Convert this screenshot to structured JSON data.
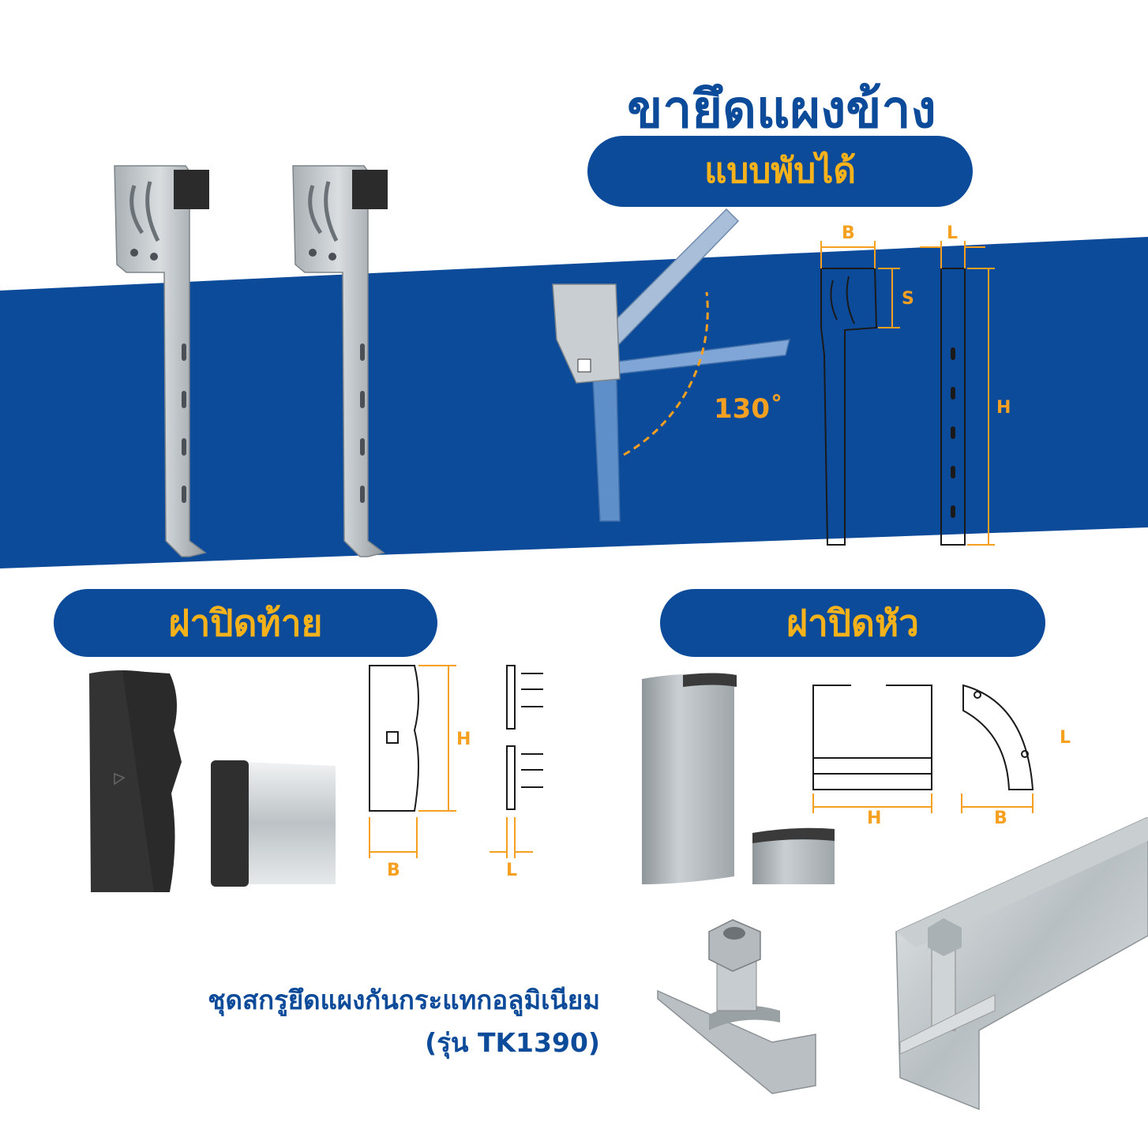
{
  "title": "ขายึดแผงข้าง",
  "sections": {
    "folding_label": "แบบพับได้",
    "end_cap_label": "ฝาปิดท้าย",
    "head_cap_label": "ฝาปิดหัว"
  },
  "angle_label": "130˚",
  "dimensions": {
    "bracket": {
      "b": "B",
      "l": "L",
      "s": "S",
      "h": "H"
    },
    "end_cap": {
      "h": "H",
      "b": "B",
      "l": "L"
    },
    "head_cap": {
      "h": "H",
      "l": "L",
      "b": "B"
    }
  },
  "caption": {
    "line1": "ชุดสกรูยึดแผงกันกระแทกอลูมิเนียม",
    "line2": "(รุ่น TK1390)"
  },
  "colors": {
    "brand_blue": "#0c4a9a",
    "accent_orange": "#f6a021",
    "pill_text": "#f6b21b"
  }
}
